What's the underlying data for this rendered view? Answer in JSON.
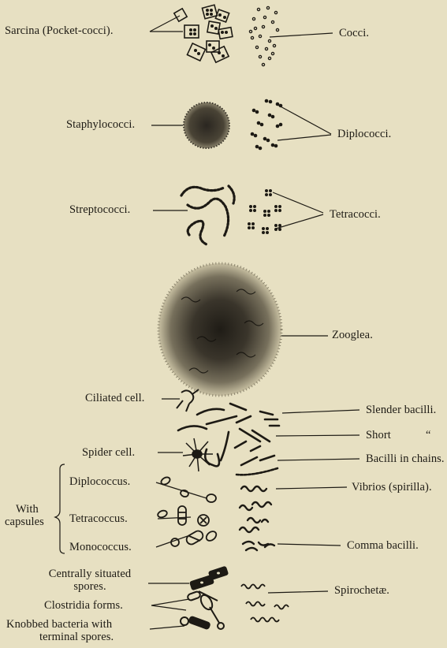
{
  "labels": {
    "sarcina": "Sarcina (Pocket-cocci).",
    "cocci": "Cocci.",
    "staphylococci": "Staphylococci.",
    "diplococci": "Diplococci.",
    "streptococci": "Streptococci.",
    "tetracocci": "Tetracocci.",
    "zooglea": "Zooglea.",
    "ciliated_cell": "Ciliated cell.",
    "slender_bacilli": "Slender bacilli.",
    "short": "Short",
    "short_ditto": "“",
    "spider_cell": "Spider cell.",
    "bacilli_in_chains": "Bacilli in chains.",
    "capsule_diplococcus": "Diplococcus.",
    "with": "With",
    "capsules": "capsules",
    "capsule_tetracoccus": "Tetracoccus.",
    "capsule_monococcus": "Monococcus.",
    "vibrios": "Vibrios (spirilla).",
    "comma_bacilli": "Comma bacilli.",
    "centrally_situated_1": "Centrally situated",
    "centrally_situated_2": "spores.",
    "spirochetae": "Spirochetæ.",
    "clostridia": "Clostridia forms.",
    "knobbed_1": "Knobbed bacteria with",
    "knobbed_2": "terminal spores."
  }
}
